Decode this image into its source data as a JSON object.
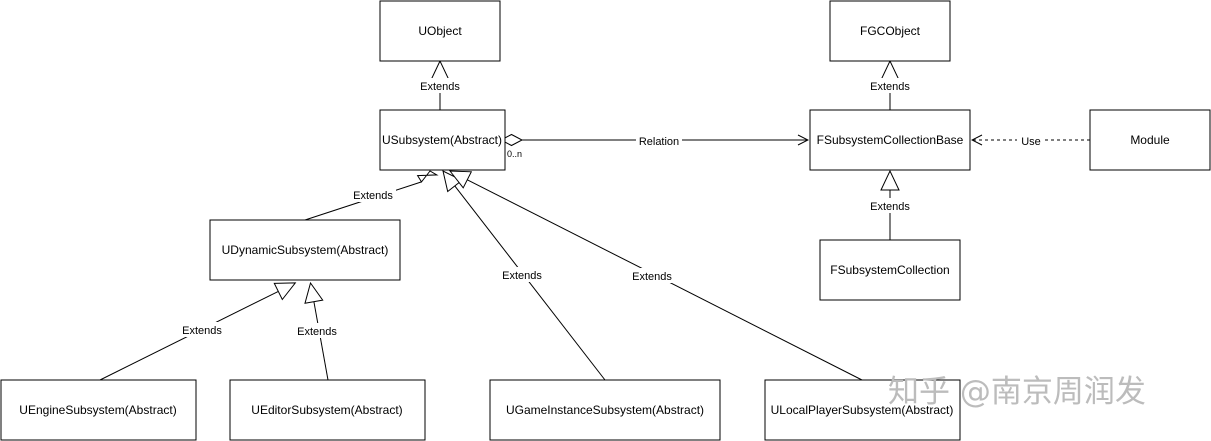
{
  "classes": {
    "uobject": "UObject",
    "fgcobject": "FGCObject",
    "usubsystem": "USubsystem(Abstract)",
    "fsubsystem_collection_base": "FSubsystemCollectionBase",
    "module": "Module",
    "udynamic_subsystem": "UDynamicSubsystem(Abstract)",
    "fsubsystem_collection": "FSubsystemCollection",
    "uengine_subsystem": "UEngineSubsystem(Abstract)",
    "ueditor_subsystem": "UEditorSubsystem(Abstract)",
    "ugame_instance_subsystem": "UGameInstanceSubsystem(Abstract)",
    "ulocal_player_subsystem": "ULocalPlayerSubsystem(Abstract)"
  },
  "edges": {
    "extends": "Extends",
    "relation": "Relation",
    "use": "Use",
    "multiplicity": "0..n"
  },
  "watermark": "知乎 @南京周润发"
}
